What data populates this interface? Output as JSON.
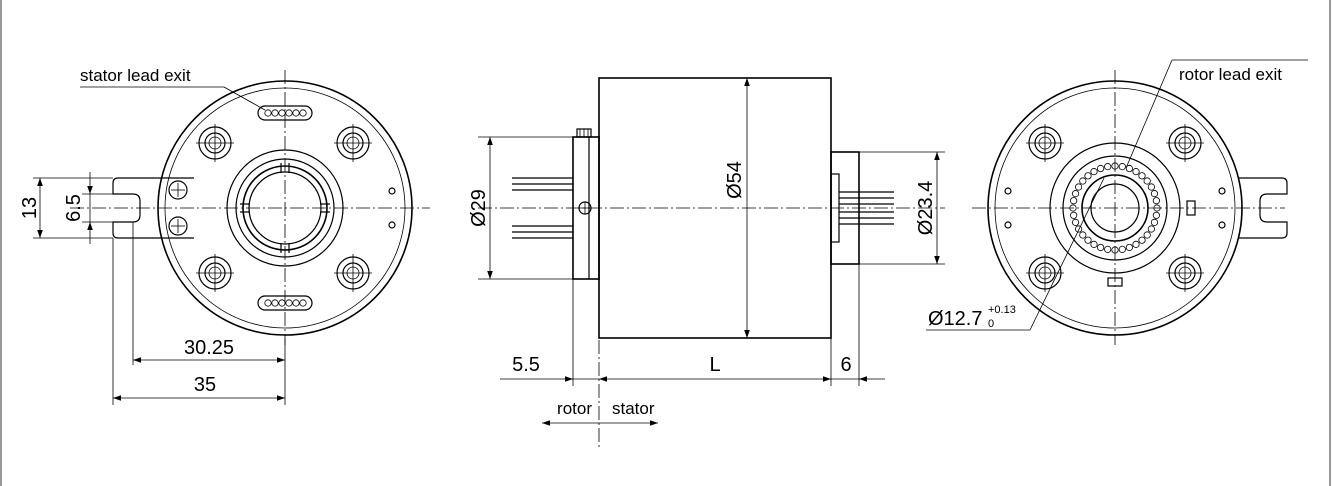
{
  "labels": {
    "stator_lead_exit": "stator lead exit",
    "rotor_lead_exit": "rotor lead exit",
    "rotor": "rotor",
    "stator": "stator"
  },
  "dimensions": {
    "d13": "13",
    "d6_5": "6.5",
    "d30_25": "30.25",
    "d35": "35",
    "phi29": "Ø29",
    "phi54": "Ø54",
    "phi23_4": "Ø23.4",
    "d5_5": "5.5",
    "L": "L",
    "d6": "6",
    "phi12_7_main": "Ø12.7",
    "phi12_7_upper": "+0.13",
    "phi12_7_lower": "0"
  }
}
